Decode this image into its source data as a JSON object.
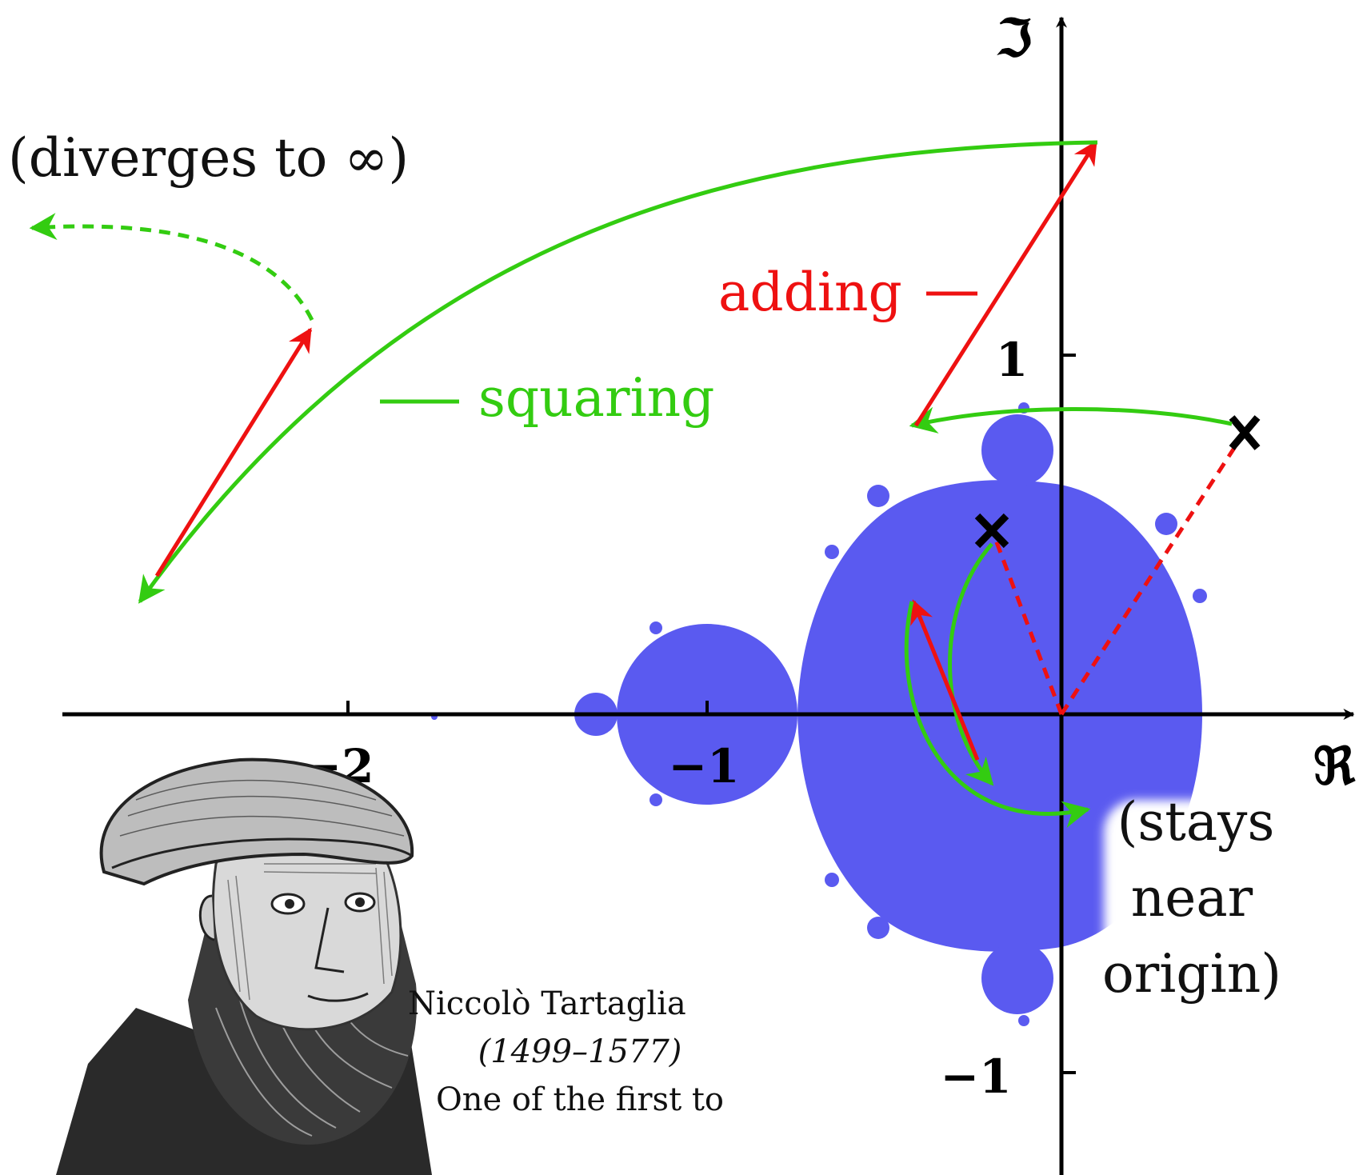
{
  "axes": {
    "imag_label": "ℑ",
    "real_label": "ℜ",
    "ticks": {
      "x": [
        {
          "value": -2,
          "label": "−2"
        },
        {
          "value": -1,
          "label": "−1"
        }
      ],
      "y": [
        {
          "value": 1,
          "label": "1"
        },
        {
          "value": -1,
          "label": "−1"
        }
      ]
    }
  },
  "labels": {
    "diverges": "(diverges to ∞)",
    "adding": "adding",
    "squaring": "squaring",
    "stays_line1": "(stays",
    "stays_line2": "near",
    "stays_line3": "origin)"
  },
  "portrait": {
    "name": "Niccolò Tartaglia",
    "dates": "(1499–1577)",
    "desc": "One of the first to"
  },
  "colors": {
    "set_fill": "#5a5af0",
    "add_arrow": "#ee1111",
    "square_arrow": "#33cc11",
    "axis": "#000000"
  }
}
